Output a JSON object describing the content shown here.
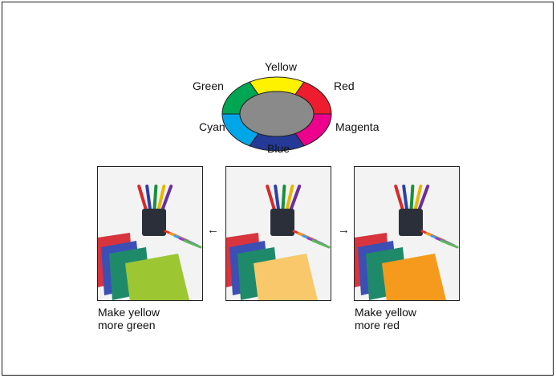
{
  "wheel": {
    "labels": {
      "yellow": "Yellow",
      "red": "Red",
      "magenta": "Magenta",
      "blue": "Blue",
      "cyan": "Cyan",
      "green": "Green"
    },
    "colors": {
      "yellow": "#fff200",
      "red": "#ed1c2e",
      "magenta": "#ec008c",
      "blue": "#243a96",
      "cyan": "#00a6e8",
      "green": "#00a651",
      "center": "#8a8a8a"
    }
  },
  "photos": [
    {
      "id": "left",
      "folder_color": "#9cc733",
      "caption_line1": "Make yellow",
      "caption_line2": "more green"
    },
    {
      "id": "center",
      "folder_color": "#f8c86a",
      "caption_line1": "",
      "caption_line2": ""
    },
    {
      "id": "right",
      "folder_color": "#f59a1c",
      "caption_line1": "Make yellow",
      "caption_line2": "more red"
    }
  ],
  "arrows": {
    "left": "←",
    "right": "→"
  }
}
